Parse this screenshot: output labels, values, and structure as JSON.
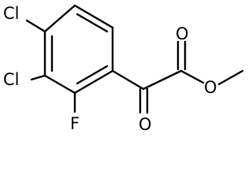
{
  "molecule": {
    "atoms": {
      "cl_top": "Cl",
      "cl_mid": "Cl",
      "fluorine": "F",
      "oxygen_ester_carbonyl": "O",
      "oxygen_ester_single": "O",
      "oxygen_ketone": "O"
    },
    "colors": {
      "bond": "#000000",
      "label": "#000000",
      "background": "#ffffff"
    }
  }
}
